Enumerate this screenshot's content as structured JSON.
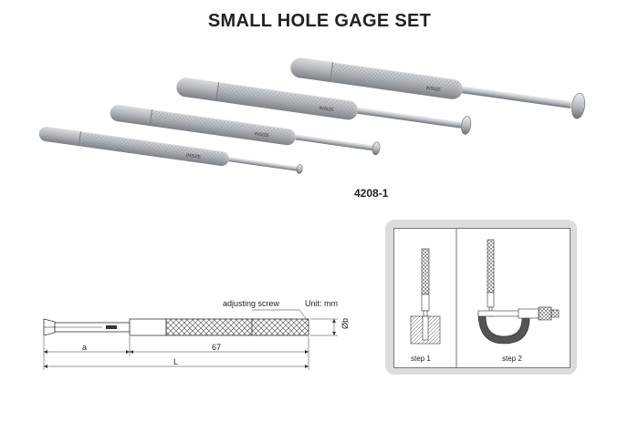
{
  "title": "SMALL HOLE GAGE SET",
  "model": "4208-1",
  "gauges": [
    {
      "brand": "INSIZE"
    },
    {
      "brand": "INSIZE"
    },
    {
      "brand": "INSIZE"
    },
    {
      "brand": "INSIZE"
    }
  ],
  "diagram": {
    "adjusting_screw": "adjusting screw",
    "unit": "Unit: mm",
    "dim_a": "a",
    "dim_67": "67",
    "dim_L": "L",
    "dim_b": "Øb"
  },
  "steps": {
    "step1": "step 1",
    "step2": "step 2"
  },
  "colors": {
    "handle": "#a9adb2",
    "knurl": "#8f949a",
    "steel": "#c8ccd0"
  }
}
